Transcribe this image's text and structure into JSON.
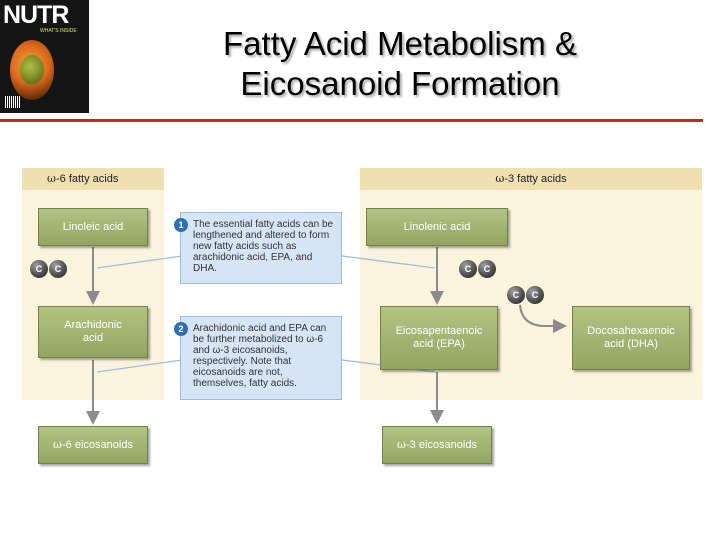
{
  "cover": {
    "title": "NUTR",
    "subtitle": "WHAT'S INSIDE"
  },
  "title": {
    "line1": "Fatty Acid Metabolism &",
    "line2": "Eicosanoid Formation"
  },
  "colors": {
    "title_rule": "#d42020",
    "panel_bg": "#fbf3dc",
    "panel_header_bg": "#f0e0b0",
    "box_green": "#92a661",
    "note_blue": "#d5e5f5",
    "badge_blue": "#2f6db5",
    "arrow_gray": "#8c8c8c"
  },
  "omega6_panel": {
    "header": "-6 fatty acids",
    "omega_symbol": "ω",
    "linoleic": "Linoleic acid",
    "arachidonic": "Arachidonic acid",
    "eicosanoids": "-6 eicosanoids"
  },
  "omega3_panel": {
    "header": "-3 fatty acids",
    "omega_symbol": "ω",
    "linolenic": "Linolenic acid",
    "epa": "Eicosapentaenoic acid (EPA)",
    "dha": "Docosahexaenoic acid (DHA)",
    "eicosanoids": "-3 eicosanoids"
  },
  "carbon_label": "C",
  "notes": [
    {
      "badge": "1",
      "text": "The essential fatty acids can be lengthened and altered to form new fatty acids such as arachidonic acid, EPA, and DHA."
    },
    {
      "badge": "2",
      "text": "Arachidonic acid and EPA can be further metabolized to ω-6 and ω-3 eicosanoids, respectively. Note that eicosanoids are not, themselves, fatty acids."
    }
  ]
}
